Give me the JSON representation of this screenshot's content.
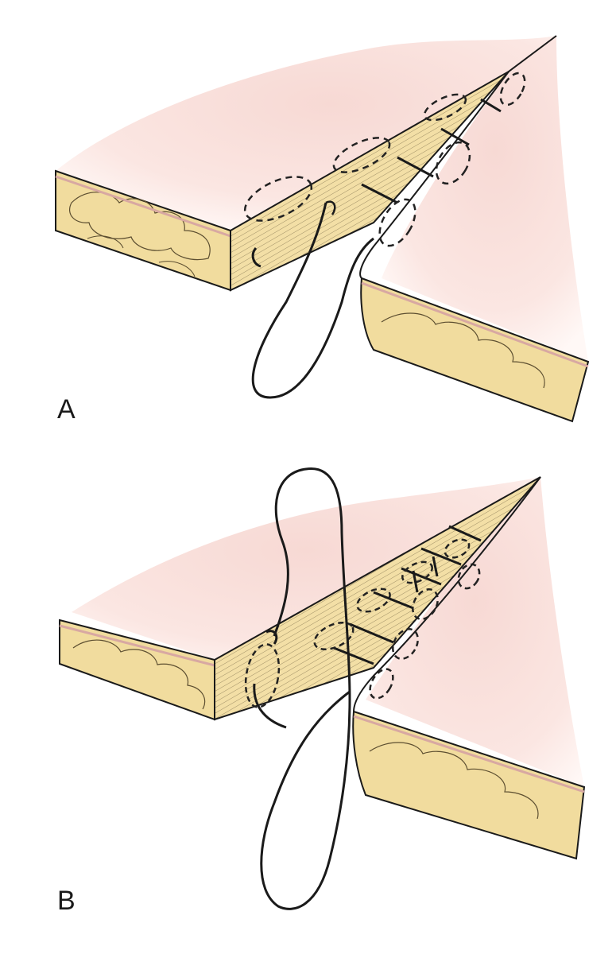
{
  "panels": [
    {
      "id": "A",
      "label": "A"
    },
    {
      "id": "B",
      "label": "B"
    }
  ],
  "colors": {
    "skin": "#f7dcd6",
    "skin_fade": "#fff4f1",
    "dermis": "#f2d39a",
    "fat": "#f1dda0",
    "wound_face": "#f4e4b0",
    "outline": "#1a1a1a",
    "dashed": "#222222",
    "background": "#ffffff"
  },
  "icons": {
    "suture": "suture-thread-icon",
    "needle": "curved-needle-icon"
  }
}
